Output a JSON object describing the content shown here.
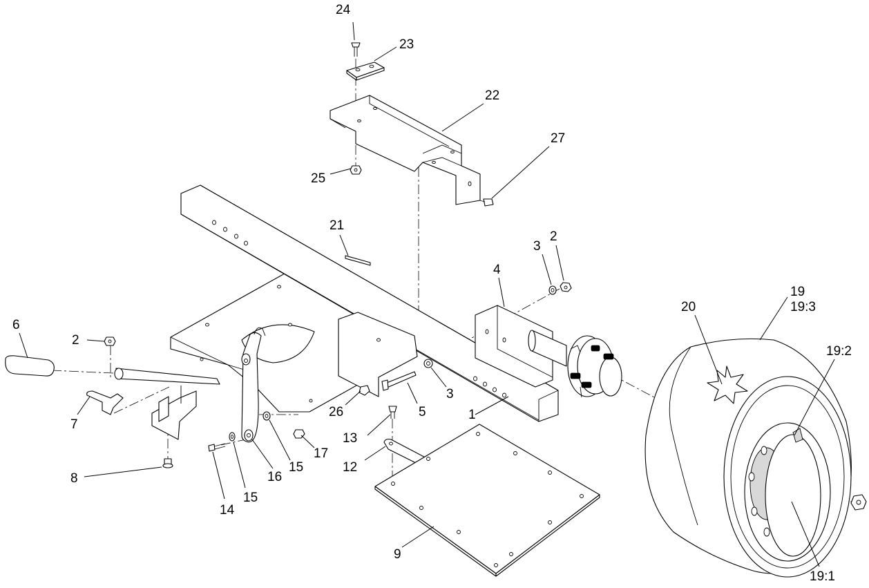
{
  "diagram": {
    "colors": {
      "line": "#000000",
      "paper": "#ffffff",
      "shade": "#d8d8d8"
    },
    "callouts": [
      {
        "id": "c24",
        "text": "24"
      },
      {
        "id": "c23",
        "text": "23"
      },
      {
        "id": "c22",
        "text": "22"
      },
      {
        "id": "c27",
        "text": "27"
      },
      {
        "id": "c25",
        "text": "25"
      },
      {
        "id": "c21",
        "text": "21"
      },
      {
        "id": "c3a",
        "text": "3"
      },
      {
        "id": "c2a",
        "text": "2"
      },
      {
        "id": "c4",
        "text": "4"
      },
      {
        "id": "c19",
        "text": "19"
      },
      {
        "id": "c19_3",
        "text": "19:3"
      },
      {
        "id": "c20",
        "text": "20"
      },
      {
        "id": "c19_2",
        "text": "19:2"
      },
      {
        "id": "c6",
        "text": "6"
      },
      {
        "id": "c2b",
        "text": "2"
      },
      {
        "id": "c7",
        "text": "7"
      },
      {
        "id": "c26",
        "text": "26"
      },
      {
        "id": "c5",
        "text": "5"
      },
      {
        "id": "c3b",
        "text": "3"
      },
      {
        "id": "c1",
        "text": "1"
      },
      {
        "id": "c13",
        "text": "13"
      },
      {
        "id": "c17",
        "text": "17"
      },
      {
        "id": "c15a",
        "text": "15"
      },
      {
        "id": "c16",
        "text": "16"
      },
      {
        "id": "c12",
        "text": "12"
      },
      {
        "id": "c8",
        "text": "8"
      },
      {
        "id": "c14",
        "text": "14"
      },
      {
        "id": "c15b",
        "text": "15"
      },
      {
        "id": "c9",
        "text": "9"
      },
      {
        "id": "c19_1",
        "text": "19:1"
      }
    ]
  }
}
